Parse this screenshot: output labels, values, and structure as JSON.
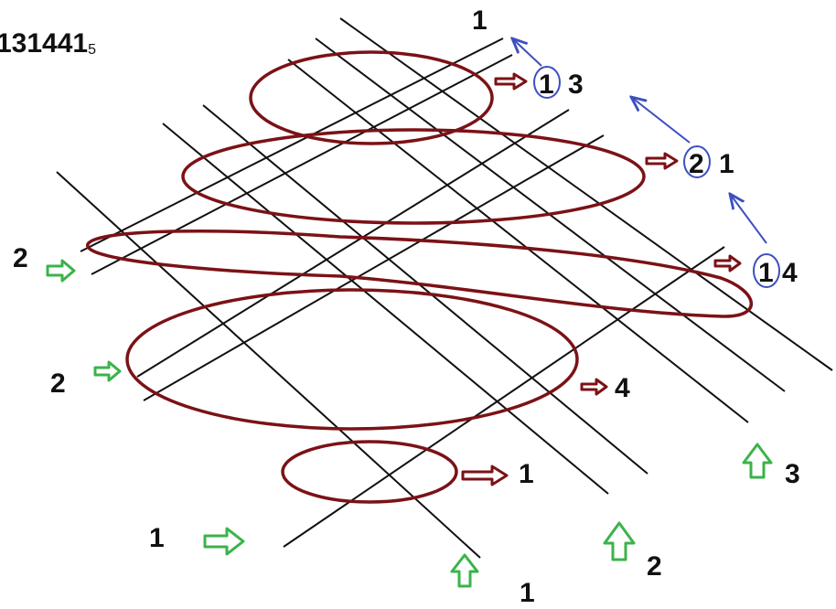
{
  "result": {
    "digits": "131441",
    "base": "5"
  },
  "colors": {
    "lines": "#111111",
    "groups": "#7b1216",
    "input_arrows": "#3bb34a",
    "carry": "#3d4fc0"
  },
  "left_number": {
    "labels": [
      "1",
      "2",
      "2"
    ],
    "arrow_icon": "right-arrow-icon"
  },
  "bottom_number": {
    "labels": [
      "1",
      "2",
      "3"
    ],
    "arrow_icon": "up-arrow-icon"
  },
  "groups": {
    "counts": [
      "1",
      "4",
      "4",
      "1",
      "3"
    ],
    "arrow_icon": "right-arrow-icon"
  },
  "carries": {
    "circled": [
      "1",
      "2",
      "1"
    ],
    "kept": [
      "4",
      "1",
      "3"
    ],
    "top": "1",
    "arrow_icon": "carry-arrow-icon"
  }
}
